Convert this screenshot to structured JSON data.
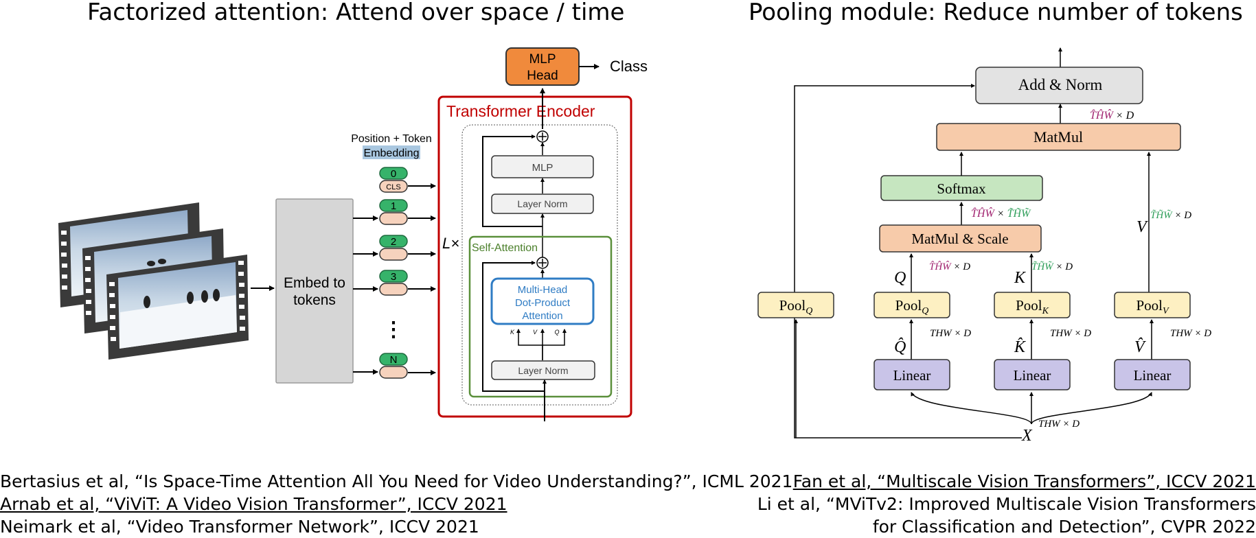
{
  "titles": {
    "left": "Factorized attention: Attend over space / time",
    "right": "Pooling module: Reduce number of tokens"
  },
  "vivit": {
    "embed_label_line1": "Embed to",
    "embed_label_line2": "tokens",
    "pos_embed_line1": "Position + Token",
    "pos_embed_line2": "Embedding",
    "tokens": [
      "0",
      "1",
      "2",
      "3",
      "N"
    ],
    "cls_label": "CLS",
    "ellipsis": "⋮",
    "transformer_encoder": "Transformer  Encoder",
    "repeat_label": "L×",
    "mlp_head_line1": "MLP",
    "mlp_head_line2": "Head",
    "class_label": "Class",
    "mlp": "MLP",
    "layer_norm_top": "Layer Norm",
    "self_attention": "Self-Attention",
    "mhdpa_line1": "Multi-Head",
    "mhdpa_line2": "Dot-Product",
    "mhdpa_line3": "Attention",
    "k": "K",
    "v": "V",
    "q": "Q",
    "layer_norm_bottom": "Layer Norm",
    "plus": "+"
  },
  "mvit": {
    "add_norm": "Add & Norm",
    "matmul": "MatMul",
    "softmax": "Softmax",
    "matmul_scale": "MatMul & Scale",
    "pool_q_left": "Pool",
    "pool_q": "Pool",
    "pool_k": "Pool",
    "pool_v": "Pool",
    "sub_q": "Q",
    "sub_k": "K",
    "sub_v": "V",
    "linear_q": "Linear",
    "linear_k": "Linear",
    "linear_v": "Linear",
    "out_dim": "T̂ĤŴ",
    "times_d": "× D",
    "times": "×",
    "hat_thw": "T̂ĤŴ",
    "tilde_thw": "T̃H̃W̃",
    "thw_d": "THW × D",
    "Q": "Q",
    "K": "K",
    "V": "V",
    "Q_hat": "Q̂",
    "K_hat": "K̂",
    "V_hat": "V̂",
    "X": "X",
    "colors": {
      "hat": "#a0226f",
      "tilde": "#2f9e5a"
    }
  },
  "references": {
    "left": [
      "Bertasius et al, “Is Space-Time Attention All You Need for Video Understanding?”, ICML 2021",
      "Arnab et al, “ViViT: A Video Vision Transformer”, ICCV 2021",
      "Neimark et al, “Video Transformer Network”, ICCV 2021"
    ],
    "right": [
      "Fan et al, “Multiscale Vision Transformers”, ICCV 2021",
      "Li et al, “MViTv2: Improved Multiscale Vision Transformers",
      "for Classification and Detection”, CVPR 2022"
    ]
  }
}
